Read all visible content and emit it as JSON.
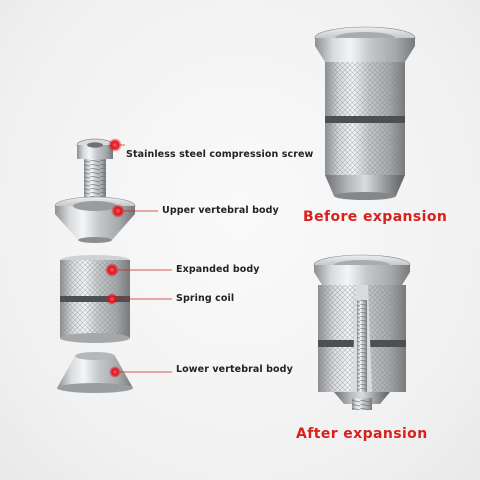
{
  "labels": {
    "screw": "Stainless steel compression screw",
    "upper": "Upper vertebral body",
    "expanded": "Expanded body",
    "spring": "Spring coil",
    "lower": "Lower vertebral body"
  },
  "captions": {
    "before": "Before expansion",
    "after": "After expansion"
  },
  "colors": {
    "caption": "#d8201c",
    "marker": "#e0101a",
    "leader": "#d02020"
  }
}
